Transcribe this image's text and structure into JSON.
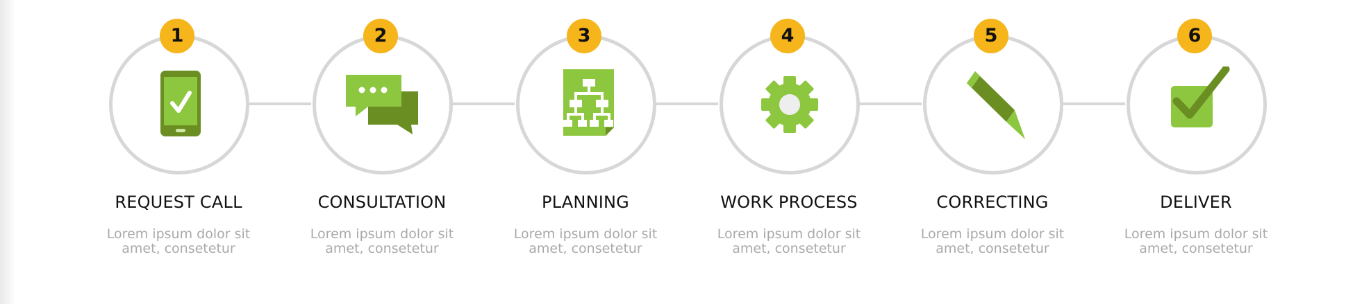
{
  "colors": {
    "badge": "#f5b51b",
    "ring": "#d7d7d7",
    "icon_light": "#8dc63f",
    "icon_dark": "#6b8e23",
    "title_text": "#111111",
    "desc_text": "#a9a9a9"
  },
  "steps": [
    {
      "number": "1",
      "title": "REQUEST CALL",
      "description": "Lorem ipsum dolor sit amet, consetetur",
      "icon": "smartphone-check-icon"
    },
    {
      "number": "2",
      "title": "CONSULTATION",
      "description": "Lorem ipsum dolor sit amet, consetetur",
      "icon": "chat-bubbles-icon"
    },
    {
      "number": "3",
      "title": "PLANNING",
      "description": "Lorem ipsum dolor sit amet, consetetur",
      "icon": "sitemap-document-icon"
    },
    {
      "number": "4",
      "title": "WORK PROCESS",
      "description": "Lorem ipsum dolor sit amet, consetetur",
      "icon": "gear-icon"
    },
    {
      "number": "5",
      "title": "CORRECTING",
      "description": "Lorem ipsum dolor sit amet, consetetur",
      "icon": "pencil-icon"
    },
    {
      "number": "6",
      "title": "DELIVER",
      "description": "Lorem ipsum dolor sit amet, consetetur",
      "icon": "checkbox-check-icon"
    }
  ]
}
